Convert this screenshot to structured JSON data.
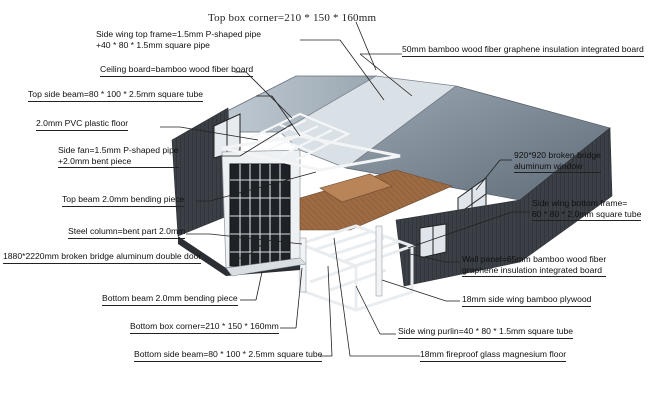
{
  "title": "Top box corner=210 * 150 * 160mm",
  "labels": {
    "side_wing_top_frame_1": "Side wing top frame=1.5mm P-shaped pipe",
    "side_wing_top_frame_2": "+40 * 80 * 1.5mm square pipe",
    "bamboo_insulation_top": "50mm bamboo wood fiber graphene insulation integrated board",
    "ceiling_board": "Ceiling board=bamboo wood fiber board",
    "top_side_beam": "Top side beam=80 * 100 * 2.5mm square tube",
    "pvc_floor": "2.0mm PVC plastic floor",
    "side_fan_1": "Side fan=1.5mm P-shaped pipe",
    "side_fan_2": "+2.0mm bent piece",
    "broken_bridge_window_1": "920*920 broken bridge",
    "broken_bridge_window_2": "aluminum window",
    "top_beam": "Top beam 2.0mm bending piece",
    "side_wing_bottom_frame_1": "Side wing bottom frame=",
    "side_wing_bottom_frame_2": "60 * 80 * 2.0mm square tube",
    "steel_column": "Steel column=bent part 2.0mm",
    "double_door": "1880*2220mm broken bridge aluminum double door",
    "wall_panel_1": "Wall panel=65mm bamboo wood fiber",
    "wall_panel_2": "graphene insulation integrated board",
    "bottom_beam": "Bottom beam 2.0mm bending piece",
    "bamboo_plywood": "18mm side wing bamboo plywood",
    "bottom_box_corner": "Bottom box corner=210 * 150 * 160mm",
    "side_wing_purlin": "Side wing purlin=40 * 80 * 1.5mm square tube",
    "bottom_side_beam": "Bottom side beam=80 * 100 * 2.5mm square tube",
    "mgo_floor": "18mm fireproof glass magnesium floor"
  },
  "colors": {
    "roof": "#7f8b97",
    "roof_light": "#b7c2cc",
    "wall_dark": "#3a3d44",
    "wood": "#a8734a",
    "frame": "#e8ecef",
    "leader": "#222222"
  }
}
